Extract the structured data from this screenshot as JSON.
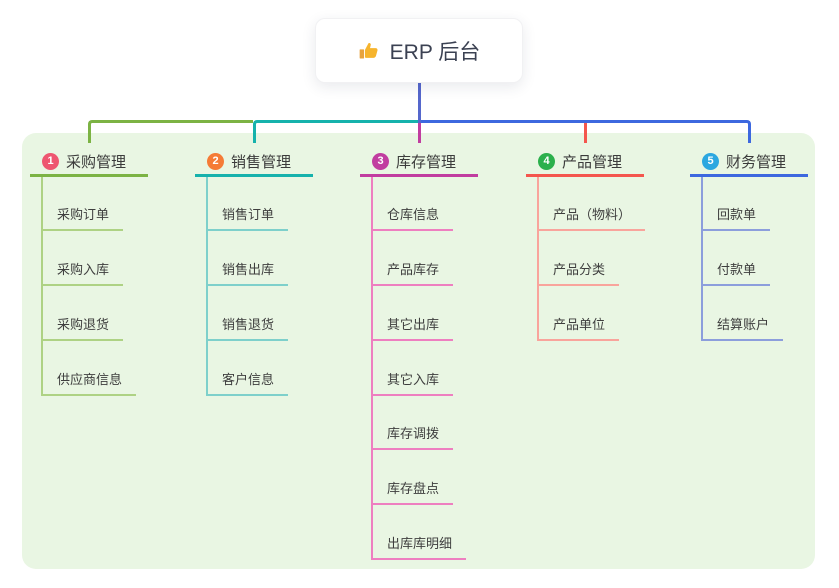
{
  "root": {
    "title": "ERP 后台",
    "icon": "thumbs-up-icon"
  },
  "colors": {
    "panel_bg": "#e9f6e3",
    "root_connector": "#5567cc",
    "root_text": "#3b4152",
    "node_text": "#3b3b3b"
  },
  "branches": [
    {
      "badge_number": "1",
      "label": "采购管理",
      "badge_color": "#ee5670",
      "line_color": "#7cb344",
      "light_line_color": "#aed284",
      "children": [
        "采购订单",
        "采购入库",
        "采购退货",
        "供应商信息"
      ]
    },
    {
      "badge_number": "2",
      "label": "销售管理",
      "badge_color": "#f57b36",
      "line_color": "#16b2ac",
      "light_line_color": "#7ed0cb",
      "children": [
        "销售订单",
        "销售出库",
        "销售退货",
        "客户信息"
      ]
    },
    {
      "badge_number": "3",
      "label": "库存管理",
      "badge_color": "#c13da0",
      "line_color": "#c13da0",
      "light_line_color": "#ee7fc0",
      "children": [
        "仓库信息",
        "产品库存",
        "其它出库",
        "其它入库",
        "库存调拨",
        "库存盘点",
        "出库库明细"
      ]
    },
    {
      "badge_number": "4",
      "label": "产品管理",
      "badge_color": "#2bb04c",
      "line_color": "#f4564e",
      "light_line_color": "#f9a49c",
      "children": [
        "产品（物料）",
        "产品分类",
        "产品单位"
      ]
    },
    {
      "badge_number": "5",
      "label": "财务管理",
      "badge_color": "#2ba7e0",
      "line_color": "#3d68df",
      "light_line_color": "#8c9edc",
      "children": [
        "回款单",
        "付款单",
        "结算账户"
      ]
    }
  ]
}
